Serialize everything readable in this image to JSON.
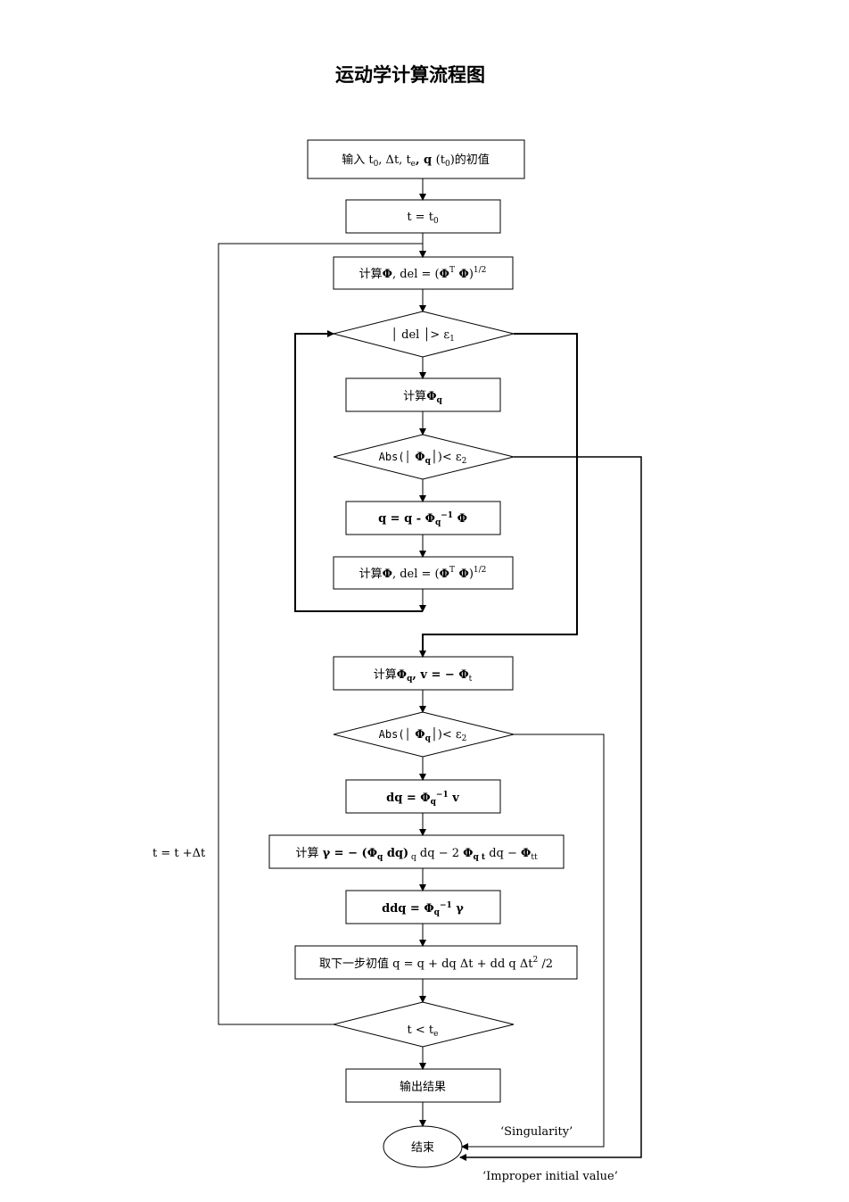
{
  "title": "运动学计算流程图",
  "nodes": {
    "input": {
      "prefix": "输入 t",
      "rest": "(t",
      "suffix": ")的初值"
    },
    "t_init": "t = t",
    "compute_phi_a": {
      "label": "计算",
      "eq": ", del = (",
      "exp": "1/2"
    },
    "del_check": {
      "label": "│ del │> ε",
      "sub": "1"
    },
    "compute_phiq": "计算",
    "abs_check_a": {
      "label": "Abs(│",
      "rest": "│)< ε",
      "sub": "2"
    },
    "q_update": "q = q - ",
    "compute_phi_b": {
      "label": "计算",
      "eq": ", del = (",
      "exp": "1/2"
    },
    "compute_v": {
      "label": "计算",
      "eq": ", v = − ",
      "sub": "t"
    },
    "abs_check_b": {
      "label": "Abs(│",
      "rest": "│)< ε",
      "sub": "2"
    },
    "dq": "dq = ",
    "gamma": {
      "label": "计算  ",
      "eq": "γ = − (",
      "mid": " dq)",
      "tail": " dq − 2 ",
      "tail2": " dq − ",
      "sub": "tt"
    },
    "ddq": "ddq = ",
    "next_step": {
      "label": "取下一步初值 ",
      "eq": "q = q + dq Δt + dd q Δt",
      "exp": "2",
      "tail": " /2"
    },
    "t_check": {
      "label": "t  < t",
      "sub": "e"
    },
    "output": "输出结果",
    "end": "结束"
  },
  "side_labels": {
    "loop": "t  = t +Δt",
    "singularity": "‘Singularity’",
    "improper": "‘Improper initial value’"
  }
}
